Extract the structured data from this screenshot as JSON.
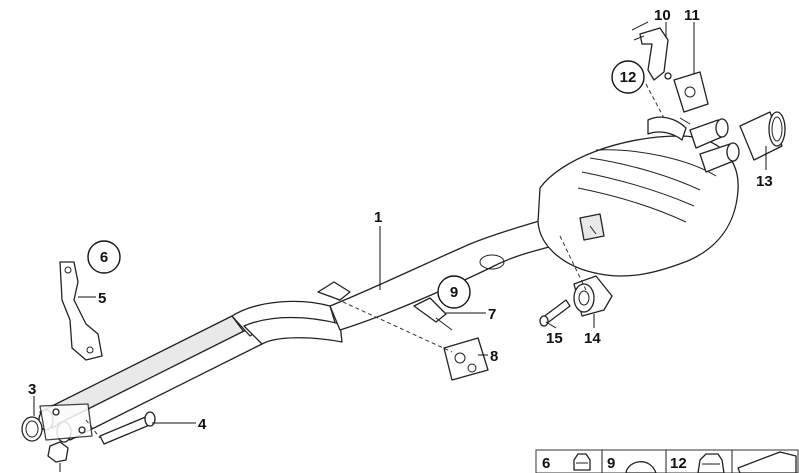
{
  "callouts": {
    "c1": "1",
    "c3": "3",
    "c4": "4",
    "c5": "5",
    "c6": "6",
    "c7": "7",
    "c8": "8",
    "c9": "9",
    "c10": "10",
    "c11": "11",
    "c12": "12",
    "c13": "13",
    "c14": "14",
    "c15": "15"
  },
  "legend": {
    "item1": "6",
    "item2": "9",
    "item3": "12"
  }
}
